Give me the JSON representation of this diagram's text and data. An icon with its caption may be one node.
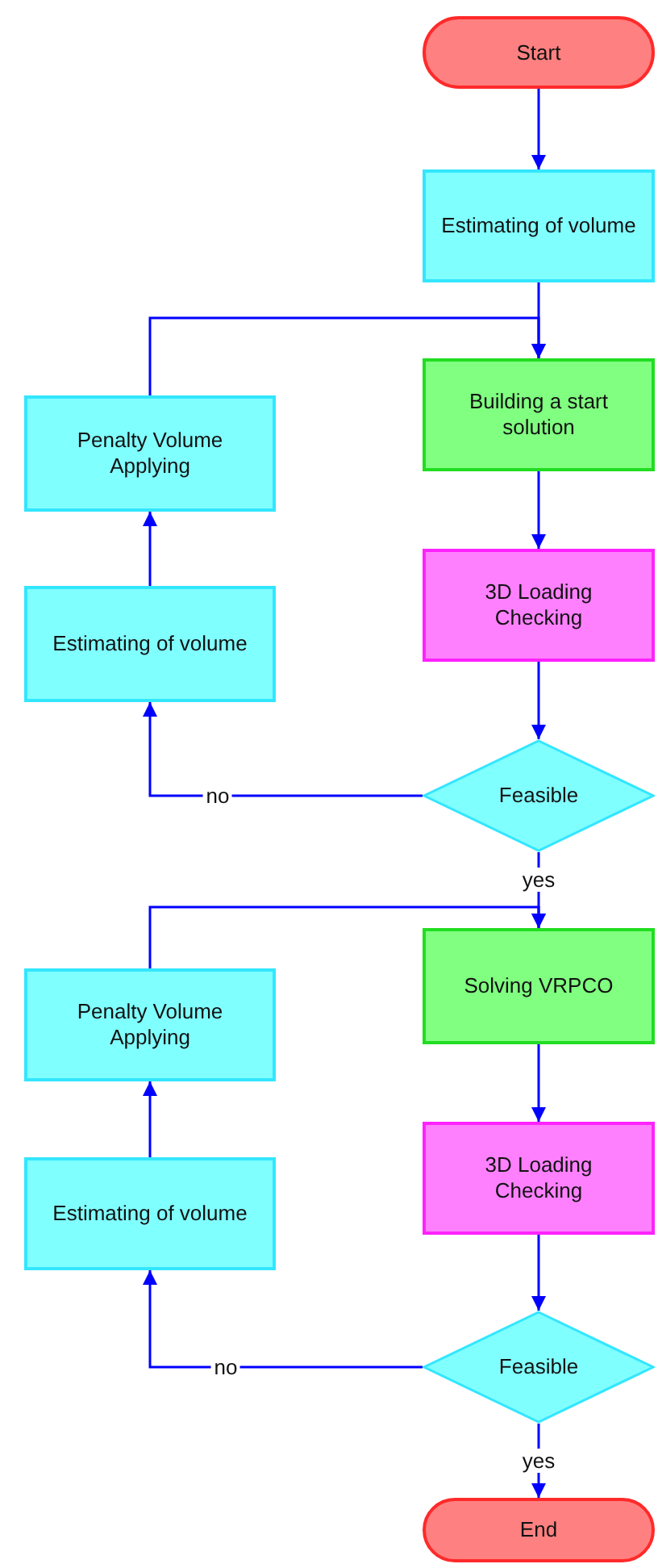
{
  "diagram": {
    "nodes": [
      {
        "text": [
          "Start"
        ]
      },
      {
        "text": [
          "Estimating of volume"
        ]
      },
      {
        "text": [
          "Building a start solution"
        ]
      },
      {
        "text": [
          "3D Loading Checking"
        ]
      },
      {
        "text": [
          "Feasible"
        ]
      },
      {
        "text": [
          "Penalty Volume Applying"
        ]
      },
      {
        "text": [
          "Estimating of volume"
        ]
      },
      {
        "text": [
          "Solving VRPCO"
        ]
      },
      {
        "text": [
          "3D Loading Checking"
        ]
      },
      {
        "text": [
          "Feasible"
        ]
      },
      {
        "text": [
          "Penalty Volume Applying"
        ]
      },
      {
        "text": [
          "Estimating of volume"
        ]
      },
      {
        "text": [
          "End"
        ]
      }
    ],
    "edges": [
      {
        "from": 0,
        "to": 1,
        "arrow": "to"
      },
      {
        "from": 1,
        "to": 2,
        "arrow": "to"
      },
      {
        "from": 2,
        "to": 3,
        "arrow": "to"
      },
      {
        "from": 3,
        "to": 4,
        "arrow": "to"
      },
      {
        "from": 4,
        "to": 6,
        "arrow": "to",
        "label": "no"
      },
      {
        "from": 6,
        "to": 5,
        "arrow": "to"
      },
      {
        "from": 5,
        "to": 2,
        "arrow": "to"
      },
      {
        "from": 4,
        "to": 7,
        "arrow": "to",
        "label": "yes"
      },
      {
        "from": 7,
        "to": 8,
        "arrow": "to"
      },
      {
        "from": 8,
        "to": 9,
        "arrow": "to"
      },
      {
        "from": 9,
        "to": 11,
        "arrow": "to",
        "label": "no"
      },
      {
        "from": 11,
        "to": 10,
        "arrow": "to"
      },
      {
        "from": 10,
        "to": 7,
        "arrow": "to"
      },
      {
        "from": 9,
        "to": 12,
        "arrow": "to",
        "label": "yes"
      }
    ]
  }
}
